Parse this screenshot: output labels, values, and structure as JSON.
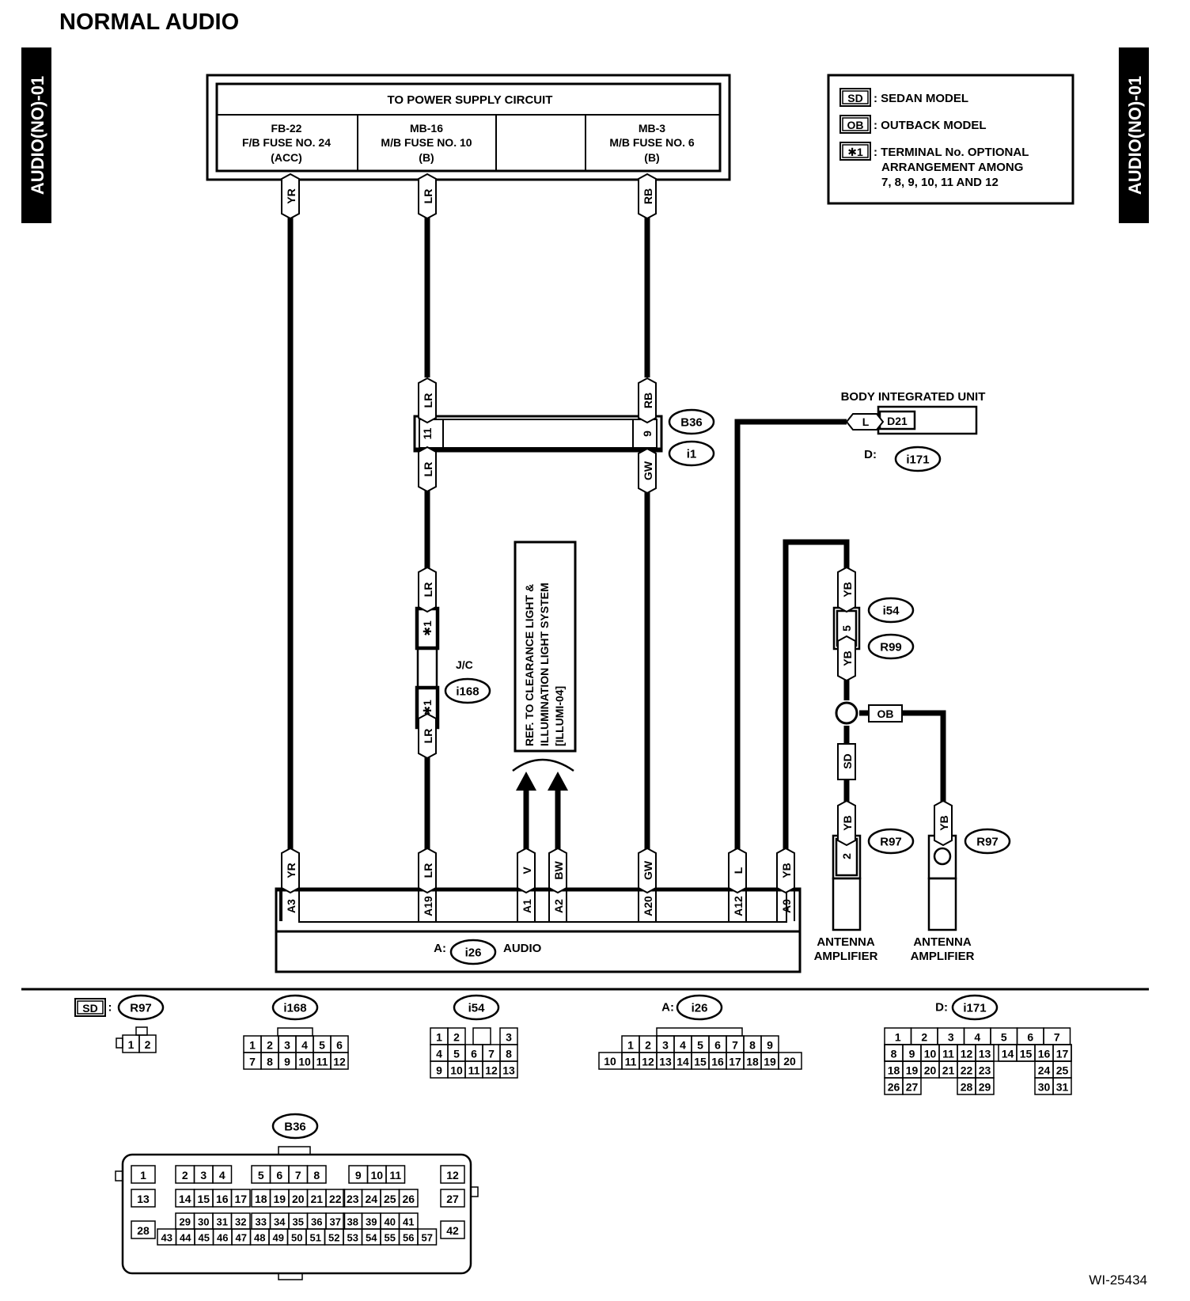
{
  "title": "NORMAL AUDIO",
  "side_tab": "AUDIO(NO)-01",
  "figure_id": "WI-25434",
  "power_supply": {
    "header": "TO POWER SUPPLY CIRCUIT",
    "cells": [
      {
        "line1": "FB-22",
        "line2": "F/B FUSE NO. 24",
        "line3": "(ACC)"
      },
      {
        "line1": "MB-16",
        "line2": "M/B FUSE NO. 10",
        "line3": "(B)"
      },
      {
        "line1": "",
        "line2": "",
        "line3": ""
      },
      {
        "line1": "MB-3",
        "line2": "M/B FUSE NO. 6",
        "line3": "(B)"
      }
    ]
  },
  "legend": {
    "sd": {
      "code": "SD",
      "text": ": SEDAN MODEL"
    },
    "ob": {
      "code": "OB",
      "text": ": OUTBACK MODEL"
    },
    "star": {
      "code": "✱1",
      "text1": ": TERMINAL No. OPTIONAL",
      "text2": "ARRANGEMENT AMONG",
      "text3": "7, 8, 9, 10, 11 AND 12"
    }
  },
  "wire_colors": {
    "yr": "YR",
    "lr": "LR",
    "rb": "RB",
    "gw": "GW",
    "v": "V",
    "bw": "BW",
    "l": "L",
    "yb": "YB",
    "sd": "SD",
    "ob": "OB"
  },
  "pins": {
    "p11": "11",
    "p9": "9",
    "star": "✱1",
    "p5": "5",
    "p2": "2",
    "d21": "D21",
    "a3": "A3",
    "a19": "A19",
    "a1": "A1",
    "a2": "A2",
    "a20": "A20",
    "a12": "A12",
    "a9": "A9"
  },
  "connectors": {
    "b36": "B36",
    "i1": "i1",
    "i168": "i168",
    "i54": "i54",
    "r99": "R99",
    "r97": "R97",
    "i171": "i171",
    "i26": "i26"
  },
  "labels": {
    "jc": "J/C",
    "body_unit": "BODY INTEGRATED UNIT",
    "d_prefix": "D:",
    "a_prefix": "A:",
    "audio": "AUDIO",
    "antenna1": "ANTENNA",
    "antenna2": "AMPLIFIER",
    "ref1": "REF. TO CLEARANCE LIGHT &",
    "ref2": "ILLUMINATION LIGHT SYSTEM",
    "ref3": "[ILLUMI-04]",
    "sd_colon": ":"
  },
  "faces": {
    "r97": [
      "1",
      "2"
    ],
    "i168": [
      [
        "1",
        "2",
        "3",
        "4",
        "5",
        "6"
      ],
      [
        "7",
        "8",
        "9",
        "10",
        "11",
        "12"
      ]
    ],
    "i54": [
      [
        "1",
        "2",
        "",
        "3"
      ],
      [
        "4",
        "5",
        "6",
        "7",
        "8"
      ],
      [
        "9",
        "10",
        "11",
        "12",
        "13"
      ]
    ],
    "i26_top": [
      "1",
      "2",
      "3",
      "4",
      "5",
      "6",
      "7",
      "8",
      "9"
    ],
    "i26_bottom": [
      "10",
      "11",
      "12",
      "13",
      "14",
      "15",
      "16",
      "17",
      "18",
      "19",
      "20"
    ],
    "i171": [
      [
        "1",
        "2",
        "3",
        "4",
        "5",
        "6",
        "7"
      ],
      [
        "8",
        "9",
        "10",
        "11",
        "12",
        "13",
        "14",
        "15",
        "16",
        "17"
      ],
      [
        "18",
        "19",
        "20",
        "21",
        "22",
        "23",
        "24",
        "25"
      ],
      [
        "26",
        "27",
        "28",
        "29",
        "30",
        "31"
      ]
    ],
    "b36": {
      "row1": [
        [
          "1"
        ],
        [
          "2",
          "3",
          "4"
        ],
        [
          "5",
          "6",
          "7",
          "8"
        ],
        [
          "9",
          "10",
          "11"
        ],
        [
          "12"
        ]
      ],
      "row2": [
        [
          "13"
        ],
        [
          "14",
          "15",
          "16",
          "17"
        ],
        [
          "18",
          "19",
          "20",
          "21",
          "22"
        ],
        [
          "23",
          "24",
          "25",
          "26"
        ],
        [
          "27"
        ]
      ],
      "row3a": [
        "29",
        "30",
        "31",
        "32",
        "33",
        "34",
        "35",
        "36",
        "37",
        "38",
        "39",
        "40",
        "41"
      ],
      "row3b": [
        "43",
        "44",
        "45",
        "46",
        "47",
        "48",
        "49",
        "50",
        "51",
        "52",
        "53",
        "54",
        "55",
        "56",
        "57"
      ],
      "row3_side": [
        "28",
        "42"
      ]
    }
  }
}
